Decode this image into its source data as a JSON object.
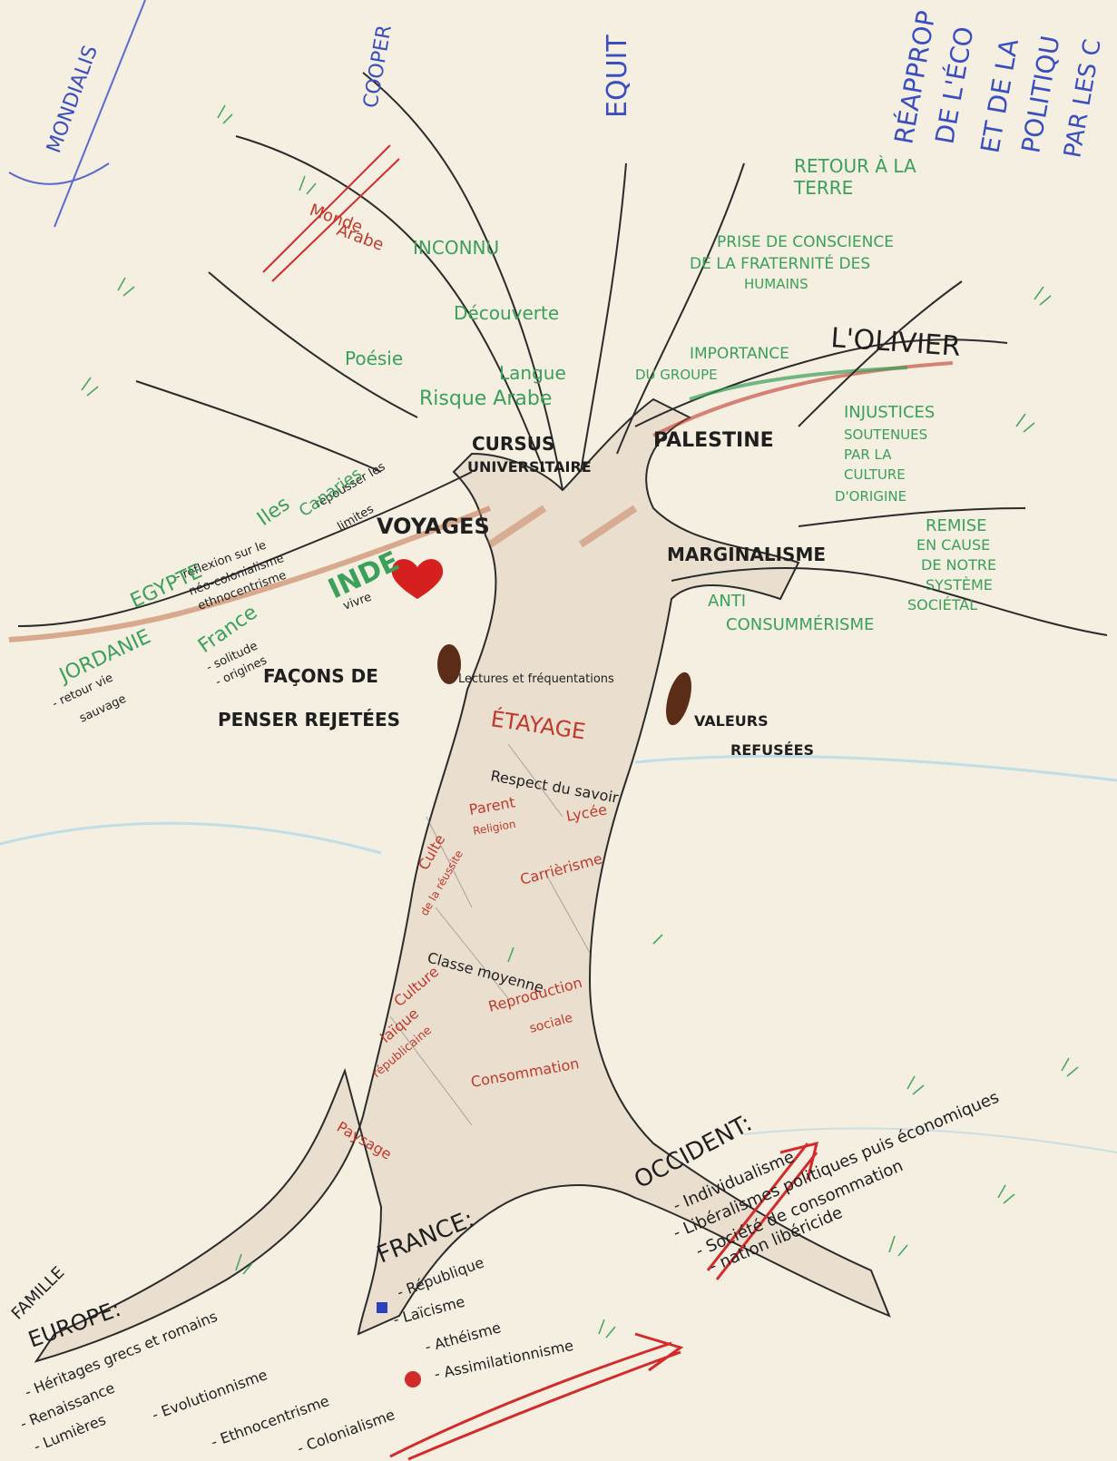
{
  "colors": {
    "paper": "#f4efe1",
    "ink_blue": "#3a4fbf",
    "ink_green": "#3aa05a",
    "ink_black": "#1f1f1f",
    "ink_red": "#c0392b",
    "ink_brown": "#8b4a2a"
  },
  "top_words": {
    "mondialisation": "MONDIALIS",
    "cooper": "COOPER",
    "equit": "EQUIT",
    "reappro": "RÉAPPROP",
    "de_l_eco": "DE L'ÉCO",
    "et_de_la": "ET DE LA",
    "politique": "POLITIQU",
    "par_les": "PAR LES C"
  },
  "canopy": {
    "retour_terre": [
      "RETOUR À LA",
      "TERRE"
    ],
    "monde_arabe": [
      "Monde",
      "Arabe"
    ],
    "inconnu": "INCONNU",
    "prise_conscience": [
      "PRISE DE CONSCIENCE",
      "DE LA FRATERNITÉ DES",
      "HUMAINS"
    ],
    "decouverte": "Découverte",
    "poesie": "Poésie",
    "importance_groupe": [
      "IMPORTANCE",
      "DU GROUPE"
    ],
    "langue": "Langue",
    "olivier": "L'OLIVIER",
    "risque_arabe": "Risque Arabe",
    "injustices": [
      "INJUSTICES",
      "SOUTENUES",
      "PAR LA",
      "CULTURE",
      "D'ORIGINE"
    ]
  },
  "branches": {
    "cursus": [
      "CURSUS",
      "UNIVERSITAIRE"
    ],
    "palestine": "PALESTINE",
    "voyages": "VOYAGES",
    "marginalisme": "MARGINALISME",
    "remise_cause": [
      "REMISE",
      "EN CAUSE",
      "DE NOTRE",
      "SYSTÈME",
      "SOCIÉTAL"
    ],
    "anti_conso": [
      "ANTI",
      "CONSUMMÉRISME"
    ],
    "iles_canaries": [
      "Iles",
      "Canaries"
    ],
    "egypte": "EGYPTE",
    "repousser": [
      "repousser les",
      "limites"
    ],
    "reflexion_neocolon": [
      "- réflexion sur le",
      "néo-colonialisme",
      "ethnocentrisme"
    ],
    "inde": "INDE",
    "jordanie": "JORDANIE",
    "retour_vie_sauvage": [
      "- retour vie",
      "sauvage"
    ],
    "france_branch": "France",
    "solitude": [
      "- solitude",
      "- origines"
    ],
    "vivre": "vivre",
    "facons": [
      "FAÇONS DE",
      "PENSER REJETÉES"
    ],
    "valeurs": [
      "VALEURS",
      "REFUSÉES"
    ]
  },
  "trunk": {
    "lectures": "Lectures et fréquentations",
    "etayage": "ÉTAYAGE",
    "respect": "Respect du savoir",
    "parent": "Parent",
    "lycee": "Lycée",
    "religion": "Religion",
    "culte": "Culte",
    "carrierisme": "Carrièrisme",
    "reussite": "de la réussite",
    "classe": "Classe moyenne",
    "culture": "Culture",
    "reproduction": [
      "Reproduction",
      "sociale"
    ],
    "laique": "laïque",
    "republique": "républicaine",
    "consommation": "Consommation",
    "paysage": "Paysage"
  },
  "occident": {
    "title": "OCCIDENT:",
    "lines": [
      "- Individualisme",
      "- Libéralismes politiques puis économiques",
      "- Société de consommation",
      "- nation libéricide"
    ]
  },
  "france": {
    "title": "FRANCE:",
    "lines": [
      "- République",
      "- Laïcisme",
      "- Athéisme",
      "- Assimilationnisme"
    ]
  },
  "europe": {
    "title": "EUROPE:",
    "lines": [
      "- Héritages grecs et romains",
      "- Renaissance",
      "- Lumières",
      "- Evolutionnisme",
      "- Ethnocentrisme",
      "- Colonialisme"
    ]
  },
  "corner_word": "FAMILLE"
}
